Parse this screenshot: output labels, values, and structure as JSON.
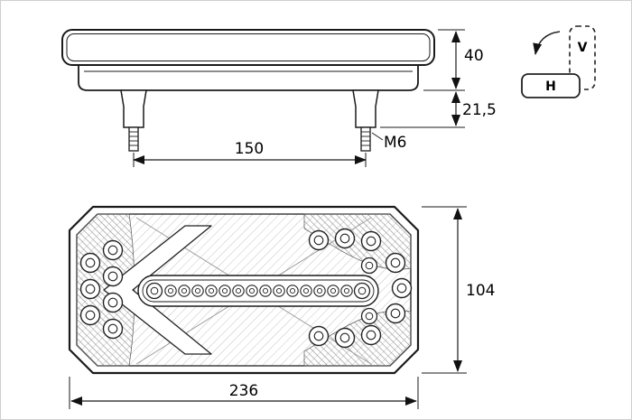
{
  "side_view": {
    "height_dim": "40",
    "stud_dim": "21,5",
    "spacing_dim": "150",
    "thread_label": "M6"
  },
  "front_view": {
    "height_dim": "104",
    "width_dim": "236"
  },
  "orientation": {
    "vertical_label": "V",
    "horizontal_label": "H"
  }
}
